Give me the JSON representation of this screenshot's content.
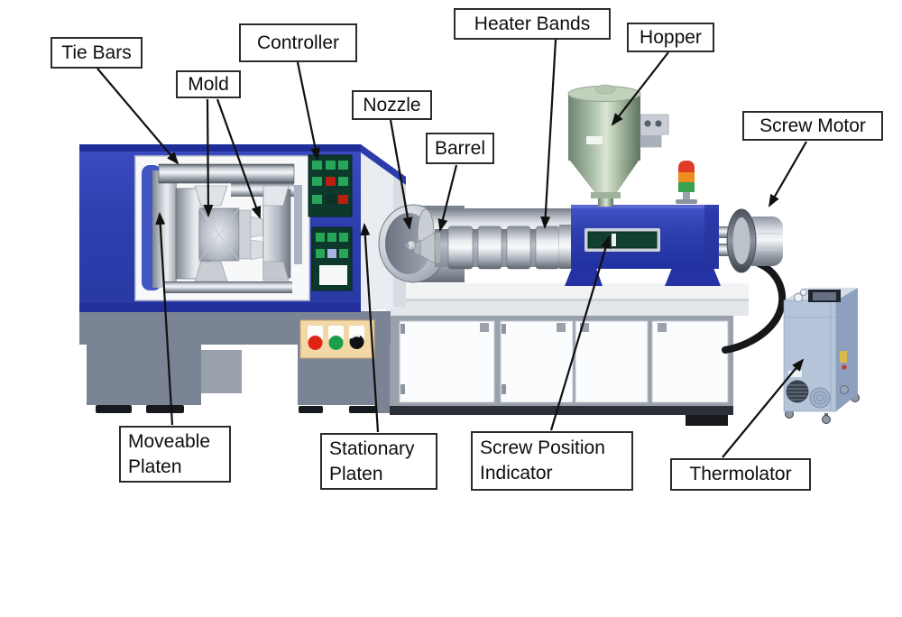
{
  "labels": {
    "tie_bars": "Tie Bars",
    "mold": "Mold",
    "controller": "Controller",
    "nozzle": "Nozzle",
    "barrel": "Barrel",
    "heater_bands": "Heater Bands",
    "hopper": "Hopper",
    "screw_motor": "Screw Motor",
    "moveable_platen": "Moveable Platen",
    "stationary_platen": "Stationary Platen",
    "screw_position_indicator": "Screw Position Indicator",
    "thermolator": "Thermolator"
  },
  "colors": {
    "machine_blue": "#3040ae",
    "machine_blue_dark": "#202f97",
    "base_gray": "#7b8495",
    "controller_panel_green": "#0c392c",
    "button_green": "#27a65a",
    "button_red": "#b9200f",
    "hopper_sage": "#a9bfae",
    "signal_red": "#e03c2a",
    "signal_orange": "#ef8d1f",
    "signal_green": "#3ba04f",
    "thermolator_blue": "#b6c4da",
    "button_panel_tan": "#f3d8a7",
    "label_border": "#2b2b2b",
    "background": "#ffffff"
  }
}
